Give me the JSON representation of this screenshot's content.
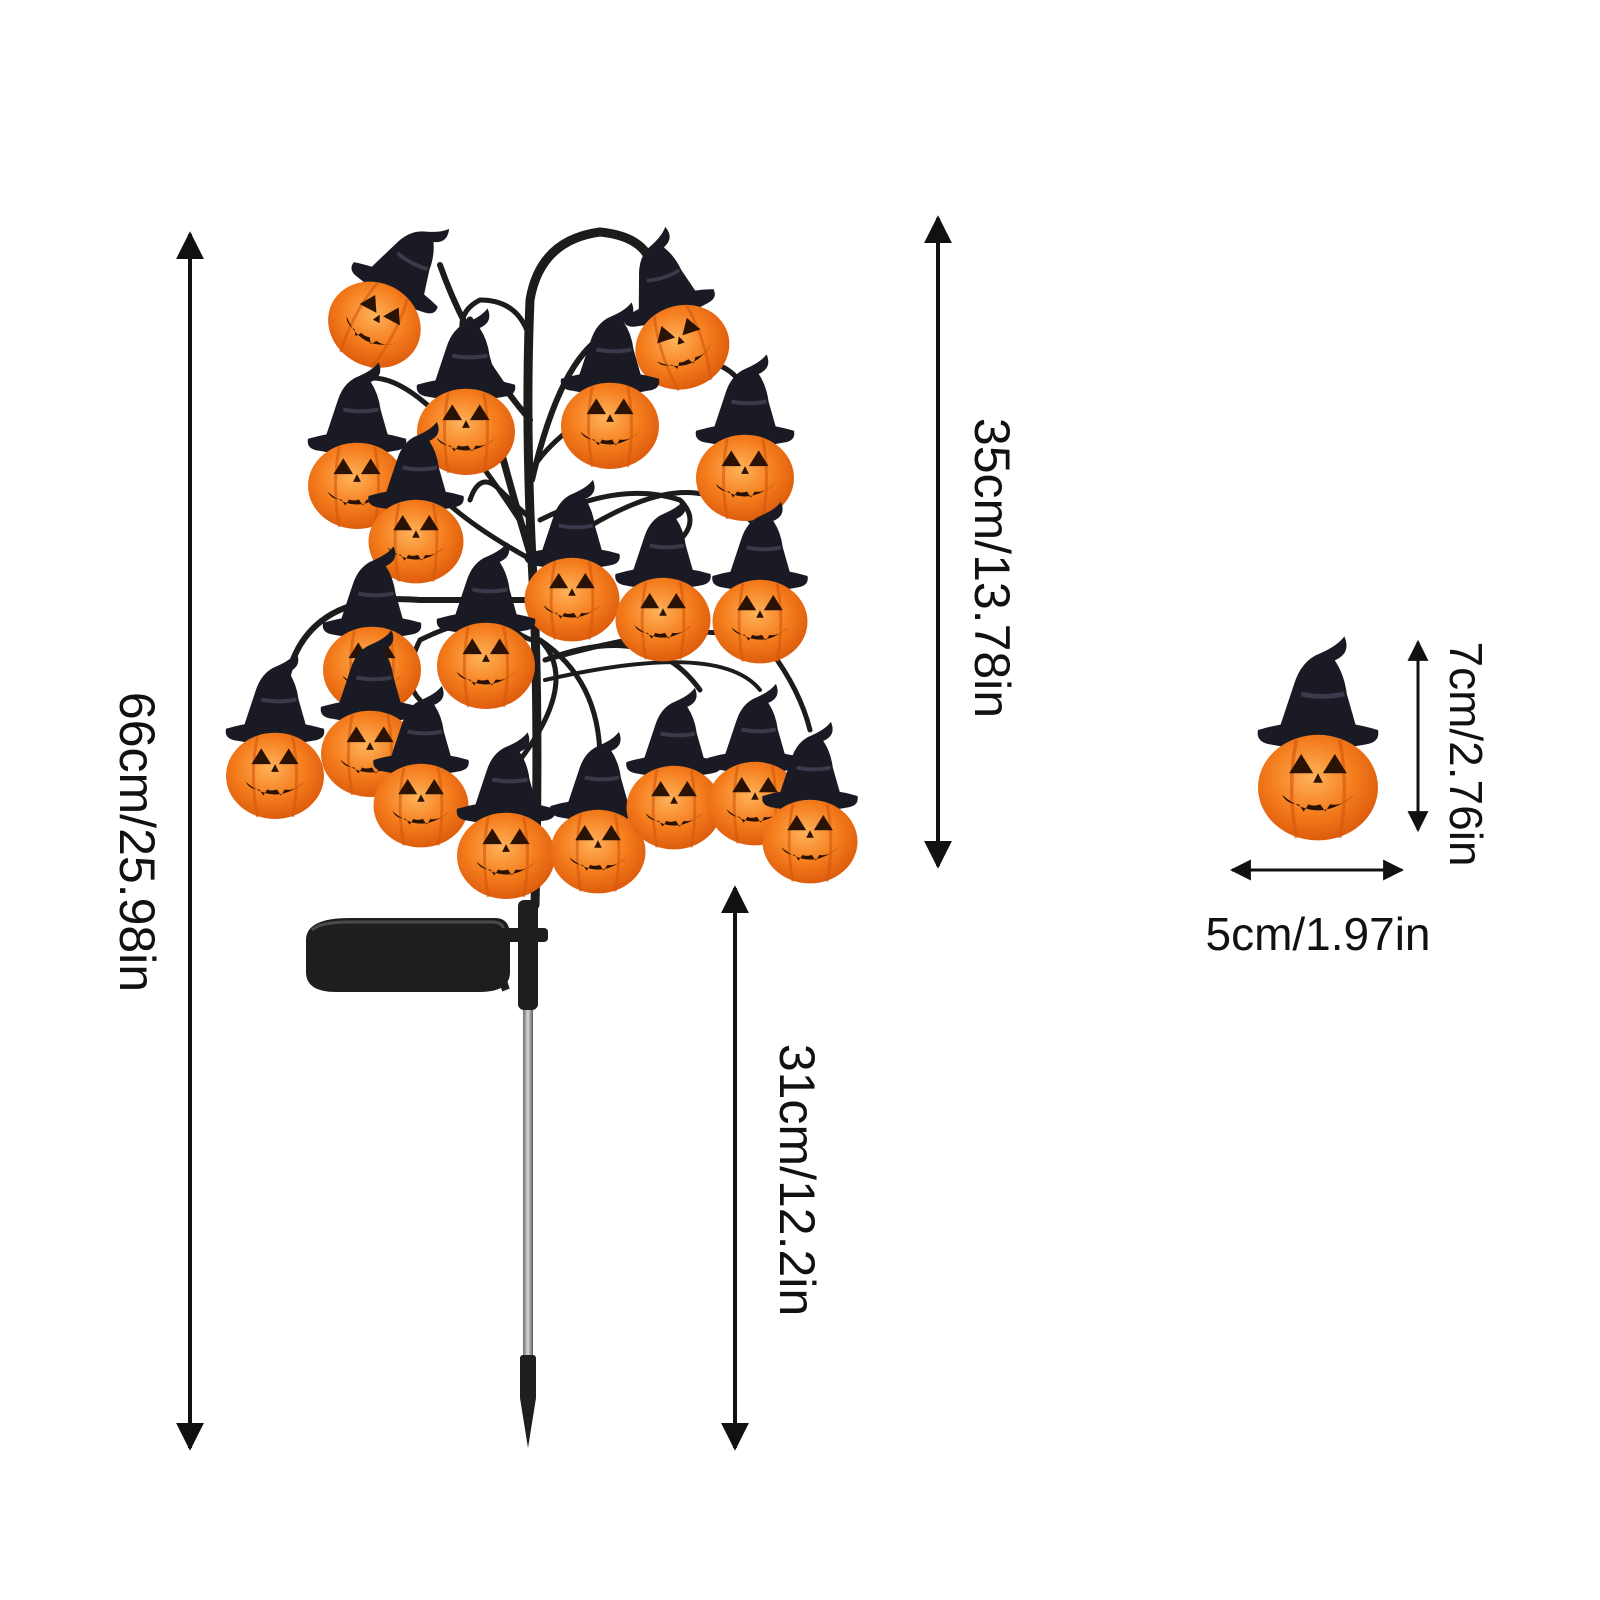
{
  "dimensions": {
    "total_height": "66cm/25.98in",
    "canopy_height": "35cm/13.78in",
    "stake_height": "31cm/12.2in",
    "lantern_height": "7cm/2.76in",
    "lantern_width": "5cm/1.97in"
  },
  "colors": {
    "pumpkin": "#f07a18",
    "pumpkin_light": "#ff9a3c",
    "hat": "#1a1a24",
    "branch": "#1c1c1c",
    "stake": "#9a9a9a",
    "ink": "#111111"
  },
  "icons": [
    "pumpkin-lantern-icon",
    "witch-hat-icon",
    "solar-panel-icon",
    "arrow-icon"
  ]
}
